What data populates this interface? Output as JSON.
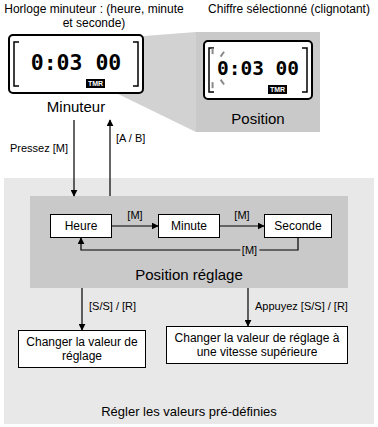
{
  "diagram": {
    "nodes": [
      {
        "text": [
          "0:03 00",
          "TMR",
          "Minuteur"
        ]
      },
      {
        "text": [
          "Position"
        ]
      },
      {
        "text": [
          "0:03 00",
          "TMR"
        ],
        "in": 1
      },
      {
        "text": [
          "Régler les valeurs pré-définies"
        ]
      },
      {
        "text": [
          "Position réglage"
        ],
        "in": 3
      },
      {
        "text": [
          "Heure"
        ],
        "in": 4
      },
      {
        "text": [
          "Minute"
        ],
        "in": 4
      },
      {
        "text": [
          "Seconde"
        ],
        "in": 4
      },
      {
        "text": [
          "Changer la valeur de réglage"
        ],
        "in": 3
      },
      {
        "text": [
          "Changer la valeur de réglage à une vitesse supérieure"
        ],
        "in": 3
      }
    ],
    "edges": [
      {
        "from": 0,
        "to": 4,
        "label": "Pressez [M]",
        "arrow": "to"
      },
      {
        "from": 4,
        "to": 0,
        "label": "[A / B]",
        "arrow": "to"
      },
      {
        "from": 5,
        "to": 6,
        "label": "[M]",
        "arrow": "to"
      },
      {
        "from": 6,
        "to": 7,
        "label": "[M]",
        "arrow": "to"
      },
      {
        "from": 7,
        "to": 5,
        "label": "[M]",
        "arrow": "to"
      },
      {
        "from": 4,
        "to": 8,
        "label": "[S/S] / [R]",
        "arrow": "to"
      },
      {
        "from": 4,
        "to": 9,
        "label": "Appuyez [S/S] / [R]",
        "arrow": "to"
      }
    ],
    "labels": [
      "Horloge minuteur : (heure, minute et seconde)",
      "Chiffre sélectionné (clignotant)"
    ]
  }
}
